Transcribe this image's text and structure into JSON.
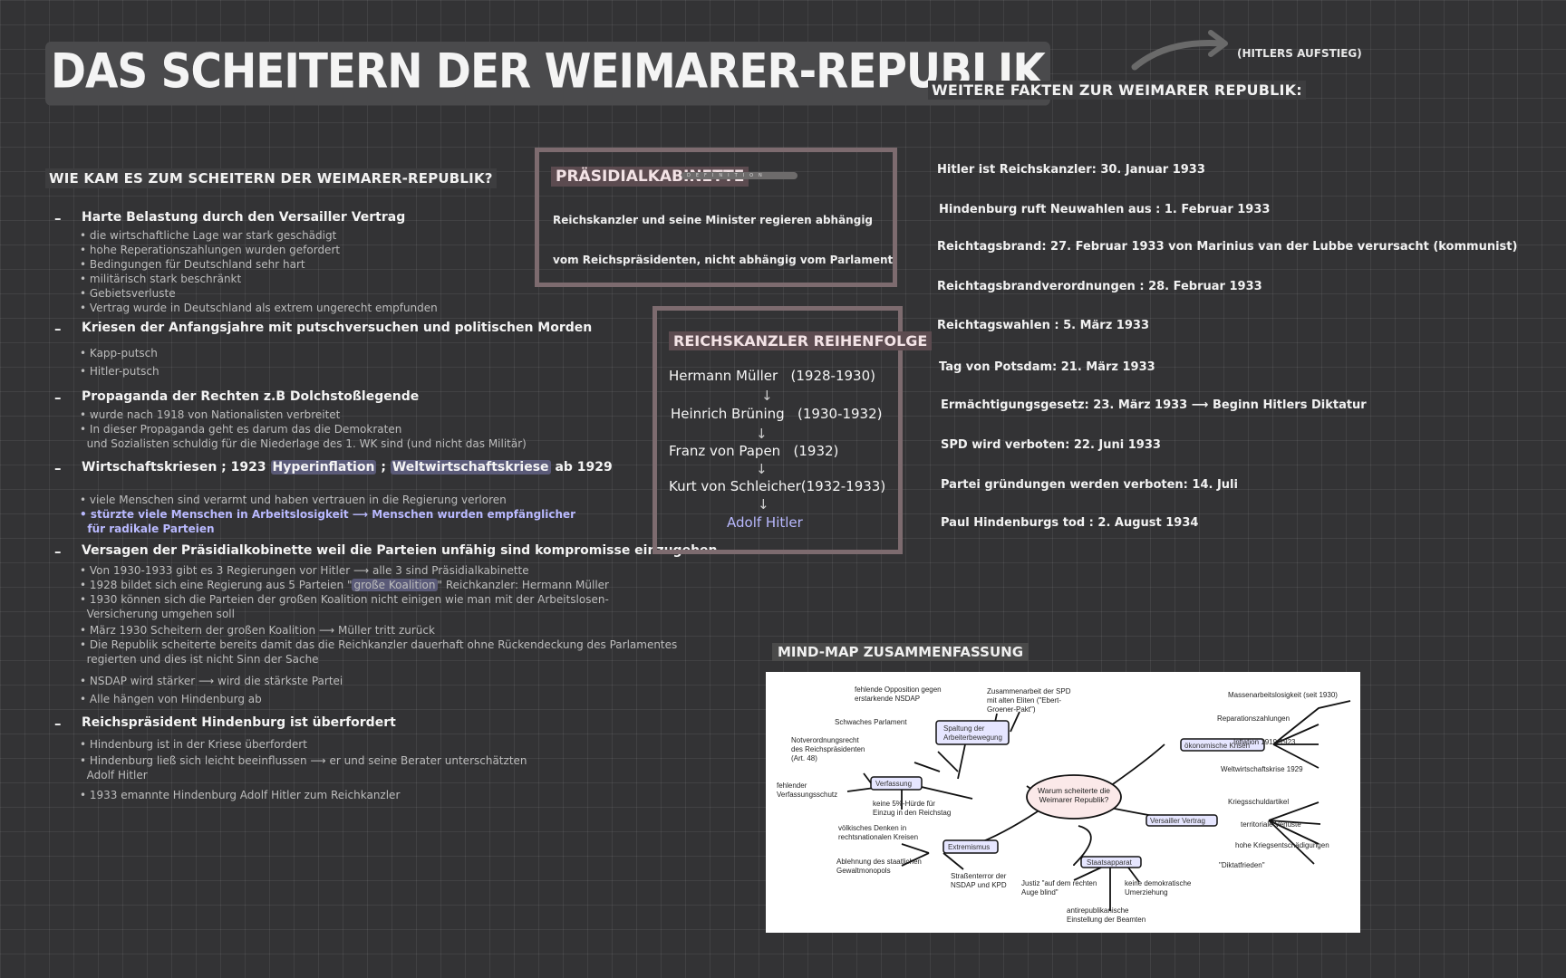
{
  "title": "DAS SCHEITERN DER WEIMARER-REPUBLIK",
  "aufstieg_label": "(HITLERS AUFSTIEG)",
  "left": {
    "heading": "WIE KAM ES ZUM SCHEITERN DER WEIMARER-REPUBLIK?",
    "s1": {
      "title": "Harte Belastung durch den Versailler Vertrag",
      "items": [
        "die wirtschaftliche Lage war stark geschädigt",
        "hohe Reperationszahlungen wurden gefordert",
        "Bedingungen für Deutschland sehr hart",
        "militärisch stark beschränkt",
        "Gebietsverluste",
        "Vertrag wurde in Deutschland als extrem ungerecht empfunden"
      ]
    },
    "s2": {
      "title": "Kriesen der Anfangsjahre mit putschversuchen und politischen Morden",
      "items": [
        "Kapp-putsch",
        "Hitler-putsch"
      ]
    },
    "s3": {
      "title": "Propaganda der Rechten z.B Dolchstoßlegende",
      "items": [
        "wurde nach 1918 von Nationalisten verbreitet",
        "In dieser Propaganda geht es darum das die Demokraten",
        "und Sozialisten schuldig für die Niederlage des 1. WK sind (und nicht das Militär)"
      ]
    },
    "s4": {
      "pre": "Wirtschaftskriesen ; 1923",
      "mark1": "Hyperinflation",
      "sep": ";",
      "mark2": "Weltwirtschaftskriese",
      "post": "ab 1929",
      "item1": "viele Menschen sind verarmt und haben vertrauen in die Regierung verloren",
      "item2a": "stürzte viele Menschen in Arbeitslosigkeit",
      "item2b": "Menschen wurden empfänglicher",
      "item2c": "für radikale Parteien"
    },
    "s5": {
      "title": "Versagen der Präsidialkobinette weil die Parteien unfähig sind kompromisse einzugehen",
      "i1a": "Von 1930-1933 gibt es 3 Regierungen vor Hitler",
      "i1b": "alle 3 sind Präsidialkabinette",
      "i2a": "1928 bildet sich eine Regierung aus 5 Parteien \"",
      "i2mark": "große Koalition",
      "i2b": "\" Reichkanzler: Hermann Müller",
      "i3a": "1930 können sich die Parteien der großen Koalition nicht einigen wie man mit der Arbeitslosen-",
      "i3b": "Versicherung umgehen soll",
      "i4a": "März 1930 Scheitern der großen Koalition",
      "i4b": "Müller tritt zurück",
      "i5a": "Die Republik scheiterte bereits damit das die Reichkanzler dauerhaft ohne Rückendeckung des Parlamentes",
      "i5b": "regierten und dies ist nicht Sinn der Sache",
      "i6a": "NSDAP wird stärker",
      "i6b": "wird die stärkste Partei",
      "i7": "Alle hängen von Hindenburg ab"
    },
    "s6": {
      "title": "Reichspräsident Hindenburg ist überfordert",
      "i1": "Hindenburg ist in der Kriese überfordert",
      "i2a": "Hindenburg ließ sich leicht beeinflussen",
      "i2b": "er und seine Berater unterschätzten",
      "i2c": "Adolf Hitler",
      "i3": "1933 emannte Hindenburg Adolf Hitler zum Reichkanzler"
    }
  },
  "praesidial": {
    "title": "PRÄSIDIALKABINETTE",
    "tag": "DEFINITION",
    "line1": "Reichskanzler und seine Minister regieren abhängig",
    "line2": "vom Reichspräsidenten, nicht abhängig vom Parlament"
  },
  "kanzler": {
    "title": "REICHSKANZLER REIHENFOLGE",
    "rows": [
      {
        "name": "Hermann Müller",
        "years": "(1928-1930)"
      },
      {
        "name": "Heinrich Brüning",
        "years": "(1930-1932)"
      },
      {
        "name": "Franz von Papen",
        "years": "(1932)"
      },
      {
        "name": "Kurt von Schleicher",
        "years": "(1932-1933)"
      }
    ],
    "final": "Adolf Hitler"
  },
  "facts": {
    "heading": "WEITERE FAKTEN ZUR WEIMARER REPUBLIK:",
    "items": [
      "Hitler ist Reichskanzler: 30. Januar 1933",
      "Hindenburg ruft Neuwahlen aus : 1. Februar 1933",
      "Reichtagsbrand: 27. Februar 1933 von Marinius van der Lubbe verursacht (kommunist)",
      "Reichtagsbrandverordnungen : 28. Februar 1933",
      "Reichtagswahlen : 5. März 1933",
      "Tag von Potsdam: 21. März 1933",
      "SPD wird verboten: 22. Juni 1933",
      "Partei gründungen werden verboten: 14. Juli",
      "Paul Hindenburgs tod : 2. August 1934"
    ],
    "ermaecht": "Ermächtigungsgesetz: 23. März 1933",
    "ermaecht_result": "Beginn Hitlers Diktatur"
  },
  "mindmap": {
    "heading": "MIND-MAP ZUSAMMENFASSUNG",
    "center": [
      "Warum scheiterte die",
      "Weimarer Republik?"
    ],
    "nodes": {
      "spaltung": [
        "Spaltung der",
        "Arbeiterbewegung"
      ],
      "verfassung": "Verfassung",
      "extremismus": "Extremismus",
      "staatsapparat": "Staatsapparat",
      "oekonomisch": "ökonomische Krisen",
      "versailler": "Versailler Vertrag"
    },
    "leaves": {
      "opposition": [
        "fehlende Opposition gegen",
        "erstarkende NSDAP"
      ],
      "zusammenarbeit": [
        "Zusammenarbeit der SPD",
        "mit alten Eliten (\"Ebert-",
        "Groener-Pakt\")"
      ],
      "parlament": "Schwaches Parlament",
      "notverordnung": [
        "Notverordnungsrecht",
        "des Reichspräsidenten",
        "(Art. 48)"
      ],
      "schutz": [
        "fehlender",
        "Verfassungsschutz"
      ],
      "huerde": [
        "keine 5%-Hürde für",
        "Einzug in den Reichstag"
      ],
      "voelkisch": [
        "völkisches Denken in",
        "rechtsnationalen Kreisen"
      ],
      "gewalt": [
        "Ablehnung des staatlichen",
        "Gewaltmonopols"
      ],
      "terror": [
        "Straßenterror der",
        "NSDAP und KPD"
      ],
      "justiz": [
        "Justiz \"auf dem rechten",
        "Auge blind\""
      ],
      "umerziehung": [
        "keine demokratische",
        "Umerziehung"
      ],
      "beamten": [
        "antirepublikanische",
        "Einstellung der Beamten"
      ],
      "massen": "Massenarbeitslosigkeit (seit 1930)",
      "reparation": "Reparationszahlungen",
      "inflation": "Inflation 1919-1923",
      "weltkrise": "Weltwirtschaftskrise 1929",
      "schuld": "Kriegsschuldartikel",
      "gebiet": "territoriale Verluste",
      "entsch": "hohe Kriegsentschädigungen",
      "diktat": "\"Diktatfrieden\""
    }
  }
}
